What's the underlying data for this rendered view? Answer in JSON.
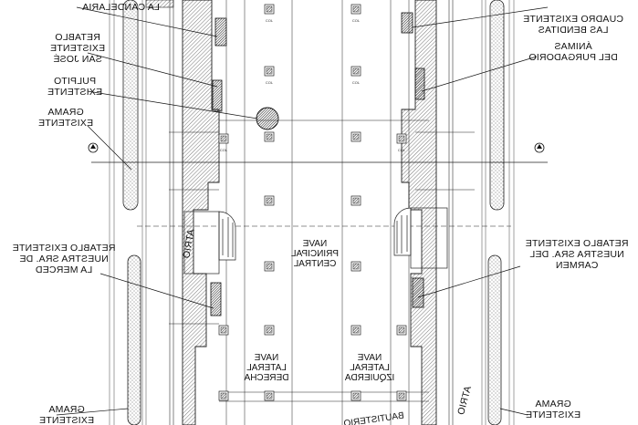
{
  "labels": {
    "candelaria": "LA CANDELARIA",
    "san_jose": [
      "RETABLO",
      "EXISTENTE",
      "SAN JOSÉ"
    ],
    "pulpito": [
      "PULPITO",
      "EXISTENTE"
    ],
    "grama_top": [
      "GRAMA",
      "EXISTENTE"
    ],
    "merced": [
      "RETABLO EXISTENTE",
      "NUESTRA SRA. DE",
      "LA MERCED"
    ],
    "grama_bottom_left": [
      "GRAMA",
      "EXISTENTE"
    ],
    "cuadro": [
      "CUADRO EXISTENTE",
      "LAS BENDITAS",
      "ÁNIMAS",
      "DEL PURGADORIO"
    ],
    "carmen": [
      "RETABLO EXISTENTE",
      "NUESTRA SRA. DEL",
      "CARMEN"
    ],
    "grama_bottom_right": [
      "GRAMA",
      "EXISTENTE"
    ],
    "atrio_left": "ATRIO",
    "atrio_right": "ATRIO",
    "nave_central": [
      "NAVE",
      "PRINCIPAL",
      "CENTRAL"
    ],
    "nave_derecha": [
      "NAVE",
      "LATERAL",
      "DERECHA"
    ],
    "nave_izquierda": [
      "NAVE",
      "LATERAL",
      "IZQUIERDA"
    ],
    "bautisterio": "BAUTISTERIO",
    "column_tag": "COL"
  }
}
